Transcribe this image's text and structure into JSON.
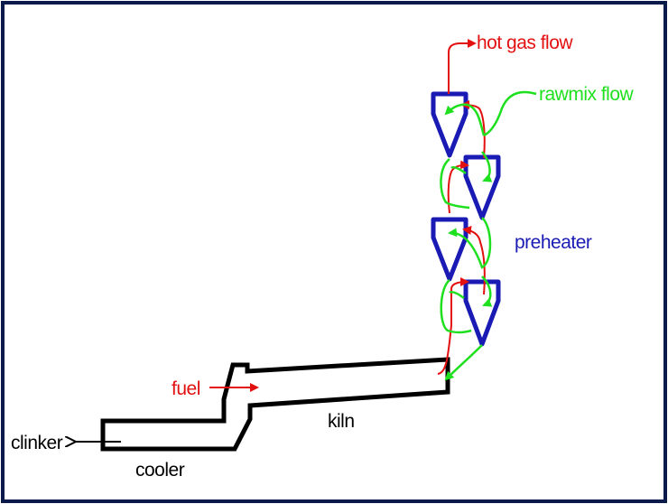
{
  "labels": {
    "hot_gas_flow": "hot gas flow",
    "rawmix_flow": "rawmix flow",
    "preheater": "preheater",
    "fuel": "fuel",
    "kiln": "kiln",
    "clinker": "clinker",
    "cooler": "cooler"
  },
  "colors": {
    "frame": "#0a1a4a",
    "equipment": "#000000",
    "cyclone": "#1a1ab4",
    "hot_gas": "#e31010",
    "rawmix": "#1ee01e",
    "preheater_label": "#1a1ab4",
    "fuel_label": "#e31010",
    "hot_gas_label": "#e31010",
    "rawmix_label": "#1ee01e",
    "kiln_label": "#000000"
  }
}
